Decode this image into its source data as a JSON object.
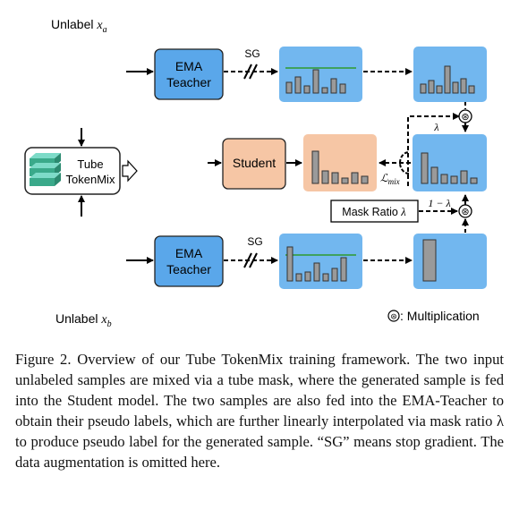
{
  "inputs": {
    "top_label": "Unlabel",
    "top_var": "x",
    "top_sub": "a",
    "bottom_label": "Unlabel",
    "bottom_var": "x",
    "bottom_sub": "b"
  },
  "teacher_top": {
    "line1": "EMA",
    "line2": "Teacher"
  },
  "teacher_bottom": {
    "line1": "EMA",
    "line2": "Teacher"
  },
  "sg_top": "SG",
  "sg_bottom": "SG",
  "tokenmix": {
    "line1": "Tube",
    "line2": "TokenMix"
  },
  "student": "Student",
  "mask_ratio": {
    "text": "Mask Ratio",
    "var": "λ"
  },
  "lambda_label": "λ",
  "one_minus_lambda": "1 − λ",
  "loss": {
    "symbol": "ℒ",
    "sub": "mix"
  },
  "multiply_symbol": "⊛",
  "legend": "⊛: Multiplication",
  "caption": "Figure 2. Overview of our Tube TokenMix training framework. The two input unlabeled samples are mixed via a tube mask, where the generated sample is fed into the Student model. The two samples are also fed into the EMA-Teacher to obtain their pseudo labels, which are further linearly interpolated via mask ratio λ to produce pseudo label for the generated sample. “SG” means stop gradient. The data augmentation is omitted here.",
  "colors": {
    "teacher_fill": "#5aa7ea",
    "panel_fill": "#72b7ef",
    "student_fill": "#f6c6a5",
    "bar_fill": "#9a9a9a",
    "threshold_line": "#2e9a2e"
  }
}
